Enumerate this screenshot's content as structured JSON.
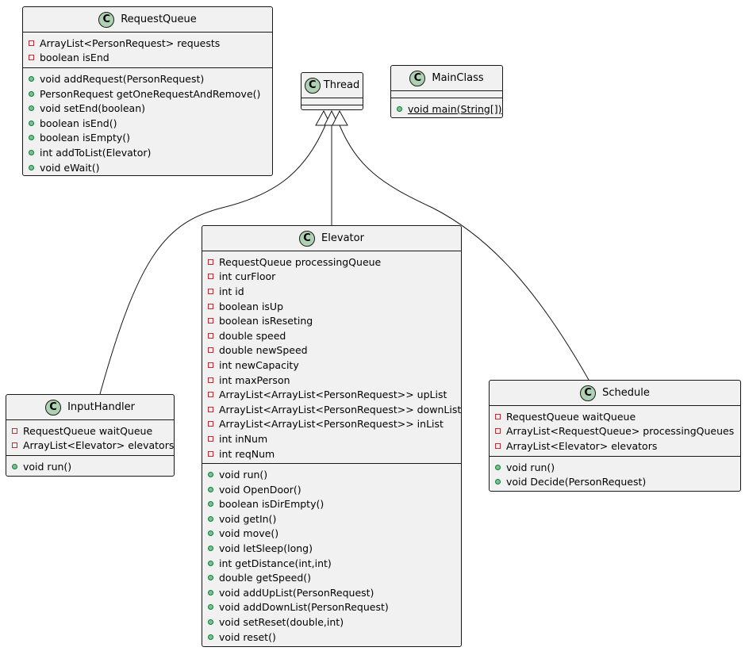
{
  "classes": {
    "request_queue": {
      "stereotype": "C",
      "name": "RequestQueue",
      "fields": [
        "ArrayList<PersonRequest> requests",
        "boolean isEnd"
      ],
      "methods": [
        "void addRequest(PersonRequest)",
        "PersonRequest getOneRequestAndRemove()",
        "void setEnd(boolean)",
        "boolean isEnd()",
        "boolean isEmpty()",
        "int addToList(Elevator)",
        "void eWait()"
      ]
    },
    "thread": {
      "stereotype": "C",
      "name": "Thread"
    },
    "main_class": {
      "stereotype": "C",
      "name": "MainClass",
      "methods": [
        "void main(String[])"
      ]
    },
    "input_handler": {
      "stereotype": "C",
      "name": "InputHandler",
      "fields": [
        "RequestQueue waitQueue",
        "ArrayList<Elevator> elevators"
      ],
      "methods": [
        "void run()"
      ]
    },
    "elevator": {
      "stereotype": "C",
      "name": "Elevator",
      "fields": [
        "RequestQueue processingQueue",
        "int curFloor",
        "int id",
        "boolean isUp",
        "boolean isReseting",
        "double speed",
        "double newSpeed",
        "int newCapacity",
        "int maxPerson",
        "ArrayList<ArrayList<PersonRequest>> upList",
        "ArrayList<ArrayList<PersonRequest>> downList",
        "ArrayList<ArrayList<PersonRequest>> inList",
        "int inNum",
        "int reqNum"
      ],
      "methods": [
        "void run()",
        "void OpenDoor()",
        "boolean isDirEmpty()",
        "void getIn()",
        "void move()",
        "void letSleep(long)",
        "int getDistance(int,int)",
        "double getSpeed()",
        "void addUpList(PersonRequest)",
        "void addDownList(PersonRequest)",
        "void setReset(double,int)",
        "void reset()"
      ]
    },
    "schedule": {
      "stereotype": "C",
      "name": "Schedule",
      "fields": [
        "RequestQueue waitQueue",
        "ArrayList<RequestQueue> processingQueues",
        "ArrayList<Elevator> elevators"
      ],
      "methods": [
        "void run()",
        "void Decide(PersonRequest)"
      ]
    }
  },
  "relations": [
    {
      "from": "InputHandler",
      "to": "Thread",
      "type": "extends"
    },
    {
      "from": "Elevator",
      "to": "Thread",
      "type": "extends"
    },
    {
      "from": "Schedule",
      "to": "Thread",
      "type": "extends"
    }
  ],
  "colors": {
    "class_fill": "#f1f1f1",
    "border": "#181818",
    "class_icon_fill": "#add1b2",
    "private_marker": "#c82930",
    "public_marker_fill": "#84be84",
    "public_marker_border": "#038048"
  }
}
